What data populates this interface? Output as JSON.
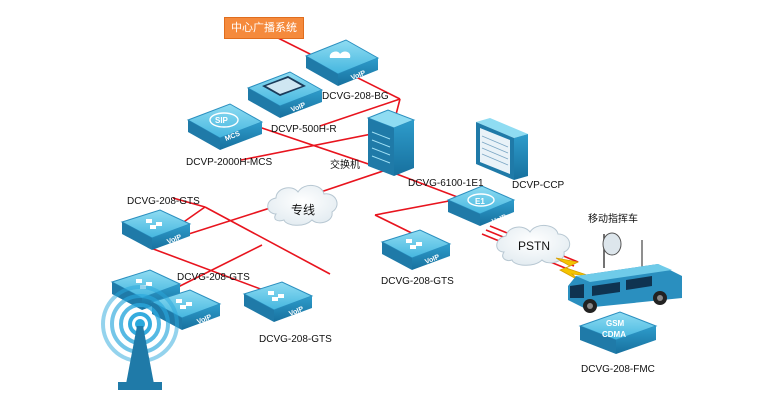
{
  "labels": {
    "broadcast_system": "中心广播系统",
    "dcvg_208_bg": "DCVG-208-BG",
    "dcvp_500h_r": "DCVP-500H-R",
    "dcvp_2000h_mcs": "DCVP-2000H-MCS",
    "switch": "交换机",
    "dcvg_6100_1e1": "DCVG-6100-1E1",
    "dcvp_ccp": "DCVP-CCP",
    "dedicated_line": "专线",
    "pstn": "PSTN",
    "mobile_vehicle": "移动指挥车",
    "dcvg_208_gts_top": "DCVG-208-GTS",
    "dcvg_208_gts_mid": "DCVG-208-GTS",
    "dcvg_208_gts_bottom": "DCVG-208-GTS",
    "dcvg_208_gts_right": "DCVG-208-GTS",
    "dcvg_208_fmc": "DCVG-208-FMC"
  },
  "device_text": {
    "voip": "VoIP",
    "sip": "SIP",
    "mcs": "MCS",
    "e1": "E1",
    "gsm": "GSM",
    "cdma": "CDMA"
  },
  "colors": {
    "link": "#e8141e",
    "device_top": "#5cc6e6",
    "device_side": "#2a8fbf",
    "device_front": "#1f7aa8",
    "badge": "#f58a3c",
    "cloud": "#ffffff",
    "lightning": "#f5c400"
  }
}
